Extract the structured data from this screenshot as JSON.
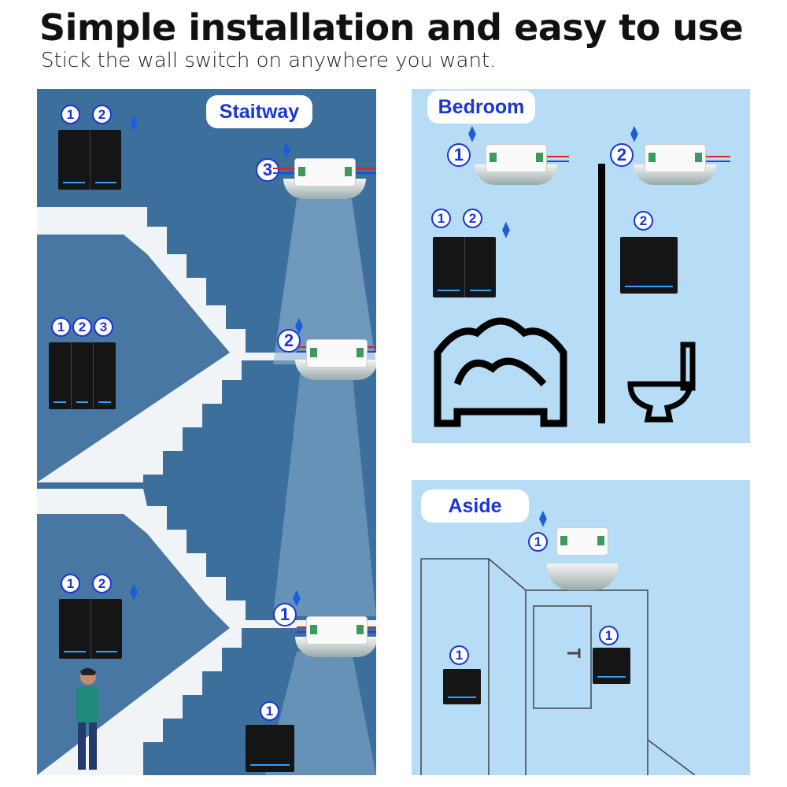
{
  "header": {
    "title": "Simple installation and easy to use",
    "subtitle": "Stick the wall switch on anywhere you want."
  },
  "staircase": {
    "label": "Staitway",
    "top_switch_numbers": [
      "1",
      "2"
    ],
    "mid_switch_numbers": [
      "1",
      "2",
      "3"
    ],
    "low_switch_numbers": [
      "1",
      "2"
    ],
    "bottom_switch_number": "1",
    "module_numbers": [
      "3",
      "2",
      "1"
    ]
  },
  "bedroom": {
    "label": "Bedroom",
    "module_numbers": [
      "1",
      "2"
    ],
    "switch_numbers": [
      "1",
      "2"
    ],
    "bath_switch_number": "2"
  },
  "aside": {
    "label": "Aside",
    "module_number": "1",
    "switch_numbers": [
      "1",
      "1"
    ]
  },
  "colors": {
    "accent": "#1a35d8",
    "stair_bg": "#3d6f9c",
    "room_bg": "#b7dcf6",
    "switch_led": "#2ea0ff"
  }
}
